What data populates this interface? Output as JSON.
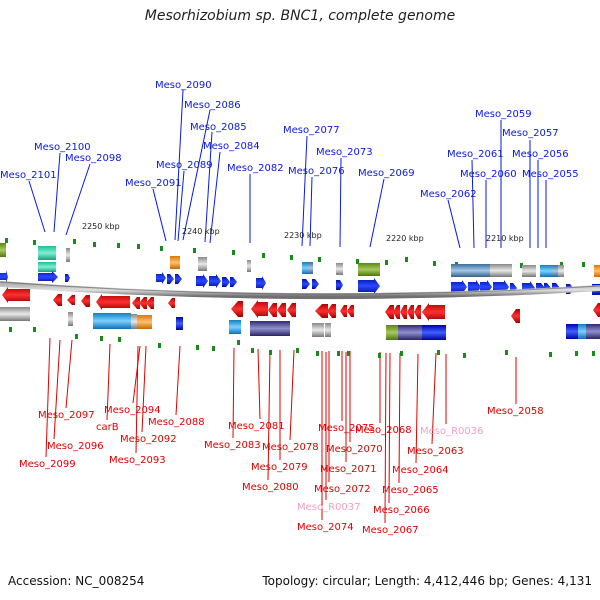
{
  "title": "Mesorhizobium sp. BNC1, complete genome",
  "accession": "Accession: NC_008254",
  "topology": "Topology: circular; Length: 4,412,446 bp; Genes: 4,131",
  "colors": {
    "forward": "#0a1adc",
    "reverse": "#e00000",
    "rna": "#f0a0c8",
    "backbone": "#888888",
    "tick": "#1a8a1a"
  },
  "scale_labels": [
    "2250 kbp",
    "2240 kbp",
    "2230 kbp",
    "2220 kbp",
    "2210 kbp"
  ],
  "top_labels": [
    "Meso_2090",
    "Meso_2086",
    "Meso_2085",
    "Meso_2077",
    "Meso_2059",
    "Meso_2057",
    "Meso_2100",
    "Meso_2084",
    "Meso_2073",
    "Meso_2061",
    "Meso_2056",
    "Meso_2098",
    "Meso_2089",
    "Meso_2082",
    "Meso_2076",
    "Meso_2069",
    "Meso_2060",
    "Meso_2055",
    "Meso_2101",
    "Meso_2091",
    "Meso_2062"
  ],
  "bottom_labels": [
    "Meso_2094",
    "Meso_2097",
    "carB",
    "Meso_2088",
    "Meso_2081",
    "Meso_2075",
    "Meso_2068",
    "Meso_R0036",
    "Meso_2096",
    "Meso_2092",
    "Meso_2083",
    "Meso_2078",
    "Meso_2070",
    "Meso_2063",
    "Meso_2099",
    "Meso_2093",
    "Meso_2079",
    "Meso_2071",
    "Meso_2064",
    "Meso_2080",
    "Meso_2072",
    "Meso_2065",
    "Meso_R0037",
    "Meso_2066",
    "Meso_2074",
    "Meso_2067",
    "Meso_2058"
  ]
}
